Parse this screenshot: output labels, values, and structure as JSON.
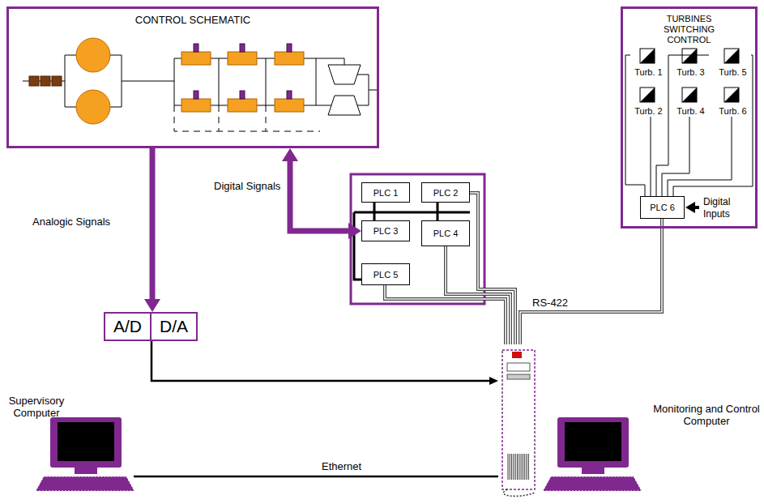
{
  "diagram": {
    "nodes": [
      {
        "text": [
          "CONTROL SCHEMATIC"
        ]
      },
      {
        "text": [
          "TURBINES SWITCHING CONTROL"
        ]
      },
      {
        "text": [
          "Turb. 1"
        ],
        "in": 1
      },
      {
        "text": [
          "Turb. 3"
        ],
        "in": 1
      },
      {
        "text": [
          "Turb. 5"
        ],
        "in": 1
      },
      {
        "text": [
          "Turb. 2"
        ],
        "in": 1
      },
      {
        "text": [
          "Turb. 4"
        ],
        "in": 1
      },
      {
        "text": [
          "Turb. 6"
        ],
        "in": 1
      },
      {
        "text": [
          "PLC 6"
        ],
        "in": 1
      },
      {
        "text": [
          "PLC 1"
        ]
      },
      {
        "text": [
          "PLC 2"
        ]
      },
      {
        "text": [
          "PLC 3"
        ]
      },
      {
        "text": [
          "PLC 4"
        ]
      },
      {
        "text": [
          "PLC 5"
        ]
      },
      {
        "text": [
          "A/D",
          "D/A"
        ]
      },
      {
        "text": [
          "Supervisory Computer"
        ]
      },
      {
        "text": [
          "Monitoring and Control Computer"
        ]
      }
    ],
    "edges": [
      {
        "from": 0,
        "to": 14,
        "arrow": "to",
        "label": "Analogic Signals"
      },
      {
        "from": 0,
        "to": 11,
        "arrow": "both",
        "label": "Digital Signals"
      },
      {
        "from": 14,
        "to": 16,
        "arrow": "to"
      },
      {
        "from": 13,
        "to": 16,
        "arrow": "none"
      },
      {
        "from": 12,
        "to": 16,
        "arrow": "none"
      },
      {
        "from": 10,
        "to": 16,
        "arrow": "none"
      },
      {
        "from": 8,
        "to": 16,
        "arrow": "none",
        "label": "RS-422"
      },
      {
        "from": 15,
        "to": 16,
        "arrow": "none",
        "label": "Ethernet"
      },
      {
        "from": 2,
        "to": 8,
        "arrow": "none"
      },
      {
        "from": 3,
        "to": 8,
        "arrow": "none"
      },
      {
        "from": 4,
        "to": 8,
        "arrow": "none"
      },
      {
        "from": 5,
        "to": 8,
        "arrow": "none"
      },
      {
        "from": 6,
        "to": 8,
        "arrow": "none"
      },
      {
        "from": 7,
        "to": 8,
        "arrow": "none"
      }
    ],
    "labels": [
      "Digital Inputs"
    ]
  }
}
